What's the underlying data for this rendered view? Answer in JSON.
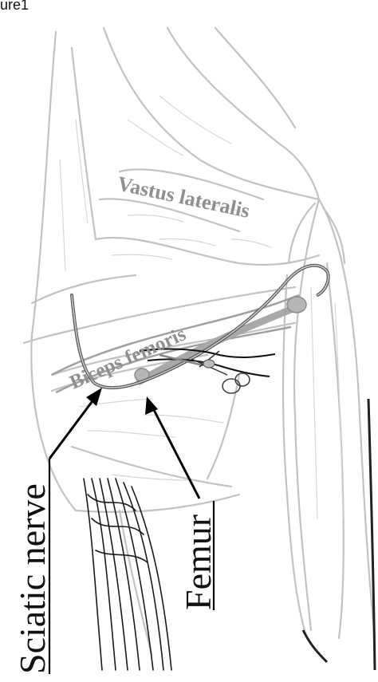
{
  "figure_label": "ure1",
  "labels": {
    "vastus_lateralis": "Vastus lateralis",
    "biceps_femoris": "Biceps femoris",
    "sciatic_nerve": "Sciatic nerve",
    "femur": "Femur"
  },
  "colors": {
    "muscle_outline": "#b8b8b8",
    "muscle_label": "#8f8f8f",
    "nerve": "#555555",
    "bone": "#a8a8a8",
    "ink": "#111111"
  }
}
